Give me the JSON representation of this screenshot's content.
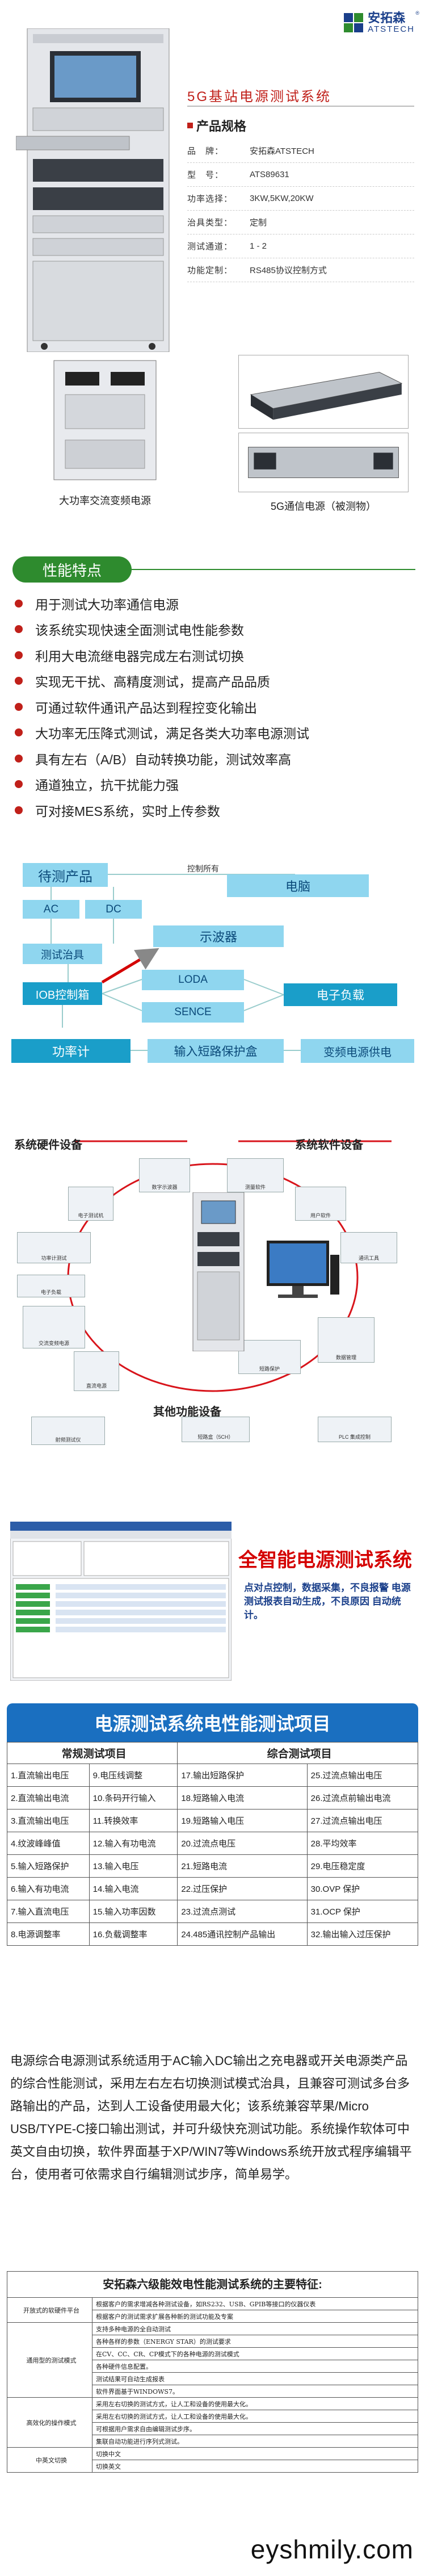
{
  "brand": {
    "cn": "安拓森",
    "en": "ATSTECH",
    "reg": "®"
  },
  "title": "5G基站电源测试系统",
  "spec_heading": "产品规格",
  "specs": [
    {
      "k": "品　牌：",
      "v": "安拓森ATSTECH"
    },
    {
      "k": "型　号：",
      "v": "ATS89631"
    },
    {
      "k": "功率选择：",
      "v": "3KW,5KW,20KW"
    },
    {
      "k": "治具类型：",
      "v": "定制"
    },
    {
      "k": "测试通道：",
      "v": "1 - 2"
    },
    {
      "k": "功能定制：",
      "v": "RS485协议控制方式"
    }
  ],
  "devices": {
    "ac_caption": "大功率交流变频电源",
    "dut_caption": "5G通信电源（被测物）"
  },
  "features_heading": "性能特点",
  "features": [
    "用于测试大功率通信电源",
    "该系统实现快速全面测试电性能参数",
    "利用大电流继电器完成左右测试切换",
    "实现无干扰、高精度测试，提高产品品质",
    "可通过软件通讯产品达到程控变化输出",
    "大功率无压降式测试，满足各类大功率电源测试",
    "具有左右（A/B）自动转换功能，测试效率高",
    "通道独立，抗干扰能力强",
    "可对接MES系统，实时上传参数"
  ],
  "flow": {
    "dut": "待测产品",
    "ac": "AC",
    "dc": "DC",
    "pc": "电脑",
    "ctrl": "控制所有",
    "fixture": "测试治具",
    "scope": "示波器",
    "iob": "IOB控制箱",
    "loda": "LODA",
    "sence": "SENCE",
    "eload": "电子负载",
    "power_meter": "功率计",
    "protect": "输入短路保护盒",
    "ac_source": "变频电源供电"
  },
  "hwsw": {
    "hw_title": "系统硬件设备",
    "sw_title": "系统软件设备",
    "other_title": "其他功能设备",
    "labels": {
      "scope": "数字示波器",
      "meter": "电子测试机",
      "load": "功率计测试",
      "dc_load": "电子负载",
      "sw1": "测量软件",
      "sw2": "用户软件",
      "sw3": "通讯工具",
      "sw4": "数据管理",
      "acs": "交流变频电源",
      "dcs": "直流电源",
      "prot": "短路保护",
      "o1": "射频测试仪",
      "o2": "短路盒（5CH）",
      "o3": "PLC 集成控制"
    }
  },
  "software": {
    "title": "全智能电源测试系统",
    "desc": "点对点控制，数据采集，不良报警 电源测试报表自动生成，不良原因 自动统计。"
  },
  "test_table": {
    "title": "电源测试系统电性能测试项目",
    "col_headers": [
      "常规测试项目",
      "综合测试项目"
    ],
    "rows": [
      [
        "1.直流输出电压",
        "9.电压线调整",
        "17.输出短路保护",
        "25.过流点输出电压"
      ],
      [
        "2.直流输出电流",
        "10.条码开行输入",
        "18.短路输入电流",
        "26.过流点前输出电流"
      ],
      [
        "3.直流输出电压",
        "11.转换效率",
        "19.短路输入电压",
        "27.过流点输出电压"
      ],
      [
        "4.纹波峰峰值",
        "12.输入有功电流",
        "20.过流点电压",
        "28.平均效率"
      ],
      [
        "5.输入短路保护",
        "13.输入电压",
        "21.短路电流",
        "29.电压稳定度"
      ],
      [
        "6.输入有功电流",
        "14.输入电流",
        "22.过压保护",
        "30.OVP 保护"
      ],
      [
        "7.输入直流电压",
        "15.输入功率因数",
        "23.过流点测试",
        "31.OCP 保护"
      ],
      [
        "8.电源调整率",
        "16.负载调整率",
        "24.485通讯控制产品输出",
        "32.输出输入过压保护"
      ]
    ]
  },
  "description": "电源综合电源测试系统适用于AC输入DC输出之充电器或开关电源类产品的综合性能测试，采用左右左右切换测试模式治具，且兼容可测试多台多路输出的产品，达到人工设备使用最大化；该系统兼容苹果/Micro USB/TYPE-C接口输出测试，并可升级快充测试功能。系统操作软体可中英文自由切换，软件界面基于XP/WIN7等Windows系统开放式程序编辑平台，使用者可依需求自行编辑测试步序，简单易学。",
  "bottom_table": {
    "title": "安拓森六级能效电性能测试系统的主要特征:",
    "groups": [
      {
        "cat": "开放式的软硬件平台",
        "items": [
          "根据客户的需求增减各种测试设备，如RS232、USB、GPIB等接口的仪器仪表",
          "根据客户的测试需求扩展各种新的测试功能及专案"
        ]
      },
      {
        "cat": "通用型的测试模式",
        "items": [
          "支持多种电源的全自动测试",
          "各种各样的参数（ENERGY STAR）的测试要求",
          "在CV、CC、CR、CP模式下的各种电源的测试模式",
          "各种硬件信息配置。",
          "测试结果可自动生成报表",
          "软件界面基于WINDOWS7。"
        ]
      },
      {
        "cat": "高效化的操作模式",
        "items": [
          "采用左右切换的测试方式，让人工和设备的使用最大化。",
          "采用左右切换的测试方式，让人工和设备的使用最大化。",
          "可根据用户需求自由编辑测试步序。",
          "集联自动功能进行序列式测试。"
        ]
      },
      {
        "cat": "中英文切换",
        "items": [
          "切换中文",
          "切换英文"
        ]
      }
    ]
  },
  "watermark": "eyshmily.com"
}
